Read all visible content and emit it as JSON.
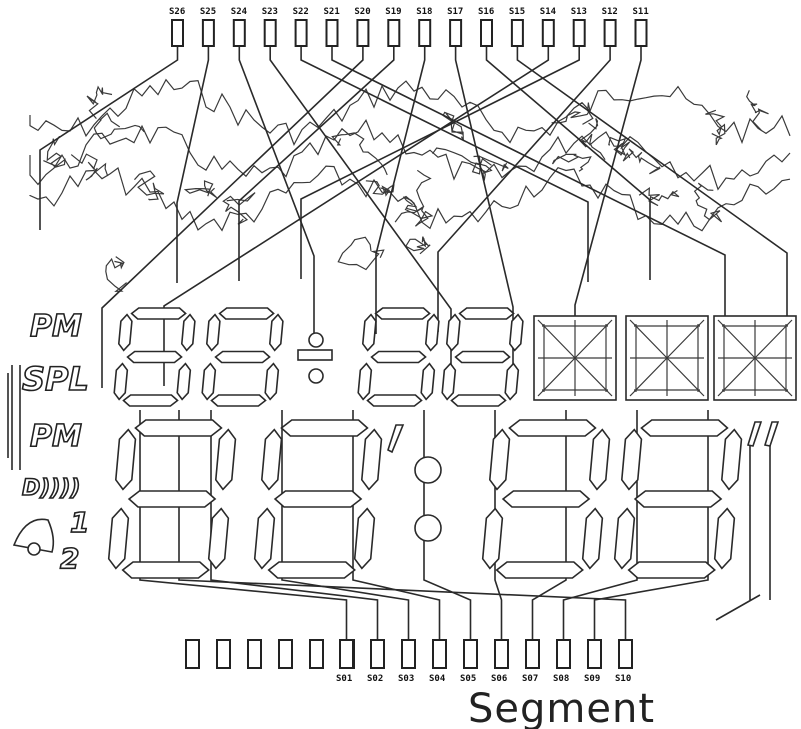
{
  "top_pins": [
    "S26",
    "S25",
    "S24",
    "S23",
    "S22",
    "S21",
    "S20",
    "S19",
    "S18",
    "S17",
    "S16",
    "S15",
    "S14",
    "S13",
    "S12",
    "S11"
  ],
  "bottom_pins_blank_count": 6,
  "bottom_pins": [
    "S01",
    "S02",
    "S03",
    "S04",
    "S05",
    "S06",
    "S07",
    "S08",
    "S09",
    "S10"
  ],
  "indicators": {
    "pm_top": "PM",
    "spl": "SPL",
    "pm_bottom": "PM",
    "signal": "D))))",
    "alarm_1": "1",
    "alarm_2": "2"
  },
  "caption": "Segment"
}
